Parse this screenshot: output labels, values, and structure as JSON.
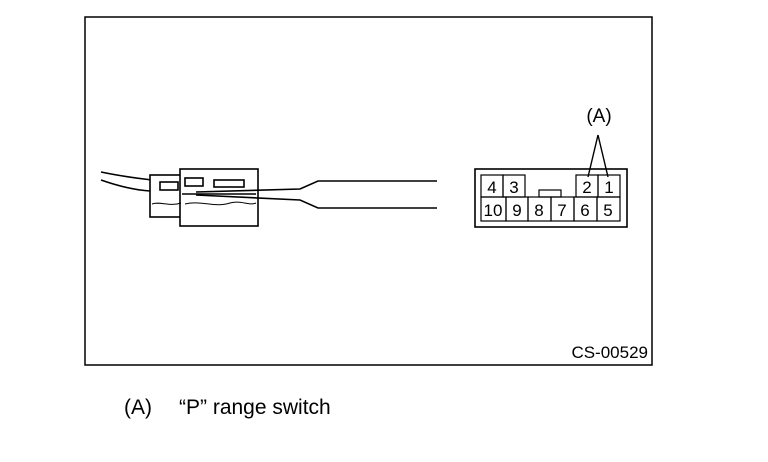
{
  "figure": {
    "callout": "(A)",
    "code": "CS-00529",
    "connector_pins_top": [
      "4",
      "3",
      "2",
      "1"
    ],
    "connector_pins_bottom": [
      "10",
      "9",
      "8",
      "7",
      "6",
      "5"
    ]
  },
  "caption": {
    "key": "(A)",
    "text": "“P” range switch"
  }
}
